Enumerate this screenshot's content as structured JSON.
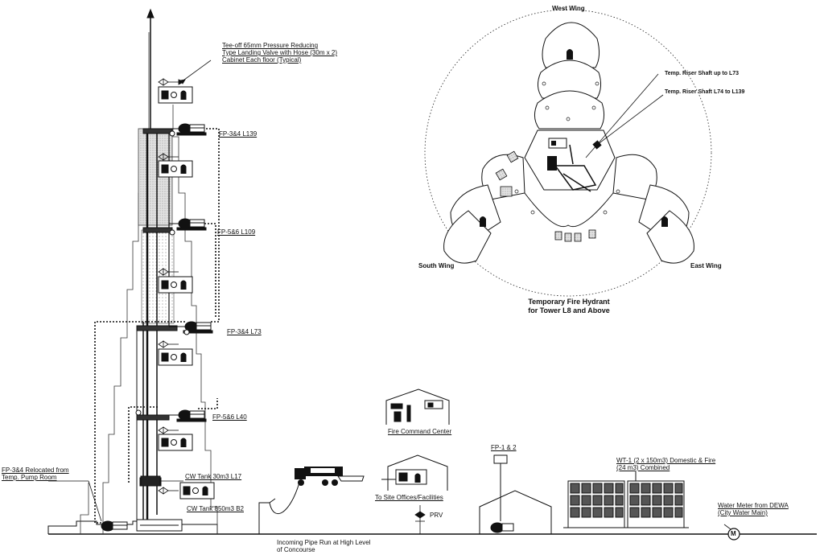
{
  "tower": {
    "riser_note": [
      "Tee-off 65mm Pressure Reducing",
      "Type Landing Valve with Hose (30m x 2)",
      "Cabinet Each floor (Typical)"
    ],
    "pumps": [
      {
        "label": "FP-3&4 L139"
      },
      {
        "label": "FP-5&6 L109"
      },
      {
        "label": "FP-3&4 L73"
      },
      {
        "label": "FP-5&6 L40"
      }
    ],
    "tank_l17": "CW Tank 30m3 L17",
    "tank_b2": "CW Tank 850m3 B2",
    "relocated": [
      "FP-3&4 Relocated from",
      "Temp. Pump Room"
    ],
    "incoming_pipe": [
      "Incoming Pipe Run at High Level",
      "of Concourse"
    ]
  },
  "site": {
    "fire_command": "Fire Command Center",
    "site_offices": "To Site Offices/Facilities",
    "prv": "PRV",
    "fp12": "FP-1 & 2",
    "wt1": [
      "WT-1 (2 x 150m3) Domestic & Fire",
      "(24 m3) Combined"
    ],
    "water_meter": [
      "Water Meter from DEWA",
      "(City Water Main)"
    ],
    "meter_symbol": "M"
  },
  "plan": {
    "west_wing": "West Wing",
    "south_wing": "South Wing",
    "east_wing": "East Wing",
    "riser_shaft_1": "Temp. Riser Shaft up to L73",
    "riser_shaft_2": "Temp. Riser Shaft L74 to L139",
    "caption": [
      "Temporary Fire Hydrant",
      "for Tower L8 and Above"
    ]
  }
}
